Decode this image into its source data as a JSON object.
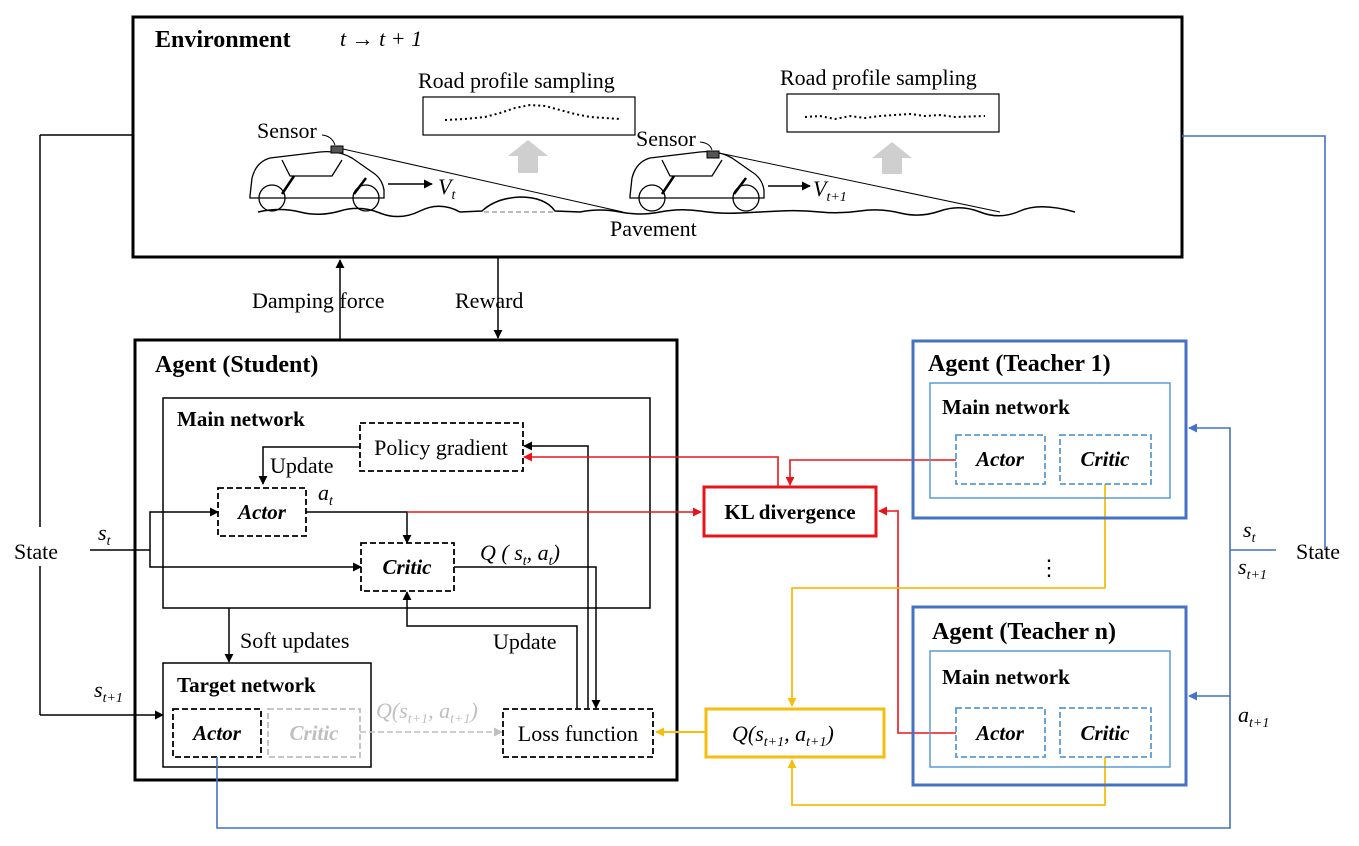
{
  "colors": {
    "black": "#000000",
    "red": "#e8141b",
    "blue": "#4472c4",
    "lightblue": "#5b9bd5",
    "yellow": "#f5be0f",
    "grey": "#bfbfbf",
    "arrowgrey": "#cfcfcf"
  },
  "environment": {
    "title": "Environment",
    "time": "t → t + 1",
    "road_sampling_1": "Road profile sampling",
    "road_sampling_2": "Road profile sampling",
    "sensor_1": "Sensor",
    "sensor_2": "Sensor",
    "velocity_1": "V",
    "velocity_1_sub": "t",
    "velocity_2": "V",
    "velocity_2_sub": "t+1",
    "pavement": "Pavement"
  },
  "signals": {
    "damping_force": "Damping force",
    "reward": "Reward",
    "state_left": "State",
    "state_right": "State",
    "st_left": "s",
    "st_left_sub": "t",
    "st1_left": "s",
    "st1_left_sub": "t+1",
    "st_right": "s",
    "st_right_sub": "t",
    "st1_right": "s",
    "st1_right_sub": "t+1",
    "at1_right": "a",
    "at1_right_sub": "t+1",
    "ellipsis": "⋮"
  },
  "student": {
    "title": "Agent (Student)",
    "main_network": "Main network",
    "policy_gradient": "Policy gradient",
    "update_top": "Update",
    "actor": "Actor",
    "critic": "Critic",
    "at": "a",
    "at_sub": "t",
    "q_st_at": "Q ( s",
    "q_st_at_mid": ", a",
    "q_close": ")",
    "q_sub": "t",
    "soft_updates": "Soft updates",
    "update_bottom": "Update",
    "target_network": "Target network",
    "target_actor": "Actor",
    "target_critic": "Critic",
    "q_target": "Q(s",
    "q_target_mid": ", a",
    "q_target_close": ")",
    "q_target_sub": "t+1",
    "loss_function": "Loss function"
  },
  "kl": {
    "label": "KL divergence"
  },
  "q_teacher": {
    "label": "Q(s",
    "mid": ", a",
    "close": ")",
    "sub": "t+1"
  },
  "teacher1": {
    "title": "Agent (Teacher 1)",
    "main_network": "Main network",
    "actor": "Actor",
    "critic": "Critic"
  },
  "teachern": {
    "title": "Agent (Teacher n)",
    "main_network": "Main network",
    "actor": "Actor",
    "critic": "Critic"
  }
}
